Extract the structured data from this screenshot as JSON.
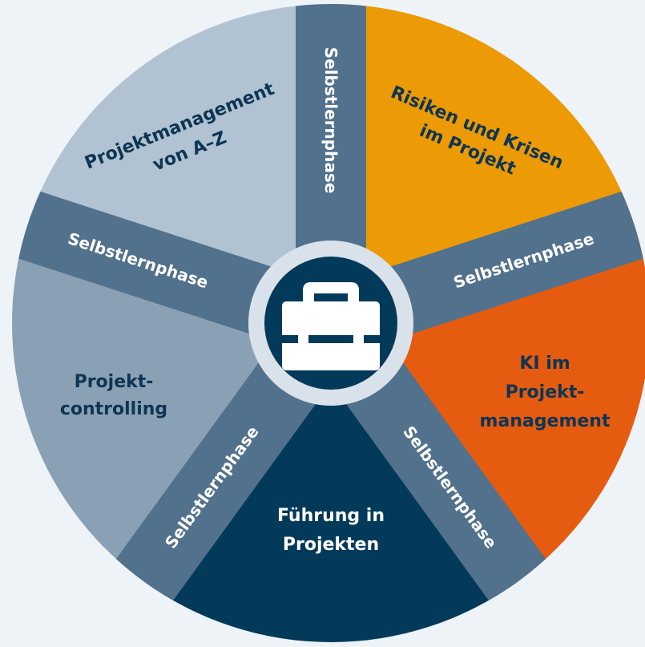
{
  "colors": {
    "background": "#eef3f8",
    "band": "#52718c",
    "hub_ring": "#d9e1ea",
    "hub_fill": "#033a5a",
    "icon": "#ffffff"
  },
  "hub": {
    "icon": "toolbox-icon"
  },
  "segments": [
    {
      "id": "risiken",
      "lines": [
        "Risiken und Krisen",
        "im Projekt"
      ],
      "fill": "#ec9a05",
      "text_color": "#0d3553"
    },
    {
      "id": "ki",
      "lines": [
        "KI im",
        "Projekt-",
        "management"
      ],
      "fill": "#e55b10",
      "text_color": "#0d3553"
    },
    {
      "id": "fuehrung",
      "lines": [
        "Führung in",
        "Projekten"
      ],
      "fill": "#043a59",
      "text_color": "#ffffff"
    },
    {
      "id": "controlling",
      "lines": [
        "Projekt-",
        "controlling"
      ],
      "fill": "#8aa1b5",
      "text_color": "#0d3553"
    },
    {
      "id": "a-z",
      "lines": [
        "Projektmanagement",
        "von A–Z"
      ],
      "fill": "#b1c3d2",
      "text_color": "#0d3553"
    }
  ],
  "bands": [
    {
      "id": "top",
      "label": "Selbstlernphase"
    },
    {
      "id": "right",
      "label": "Selbstlernphase"
    },
    {
      "id": "lower-right",
      "label": "Selbstlernphase"
    },
    {
      "id": "lower-left",
      "label": "Selbstlernphase"
    },
    {
      "id": "left",
      "label": "Selbstlernphase"
    }
  ]
}
